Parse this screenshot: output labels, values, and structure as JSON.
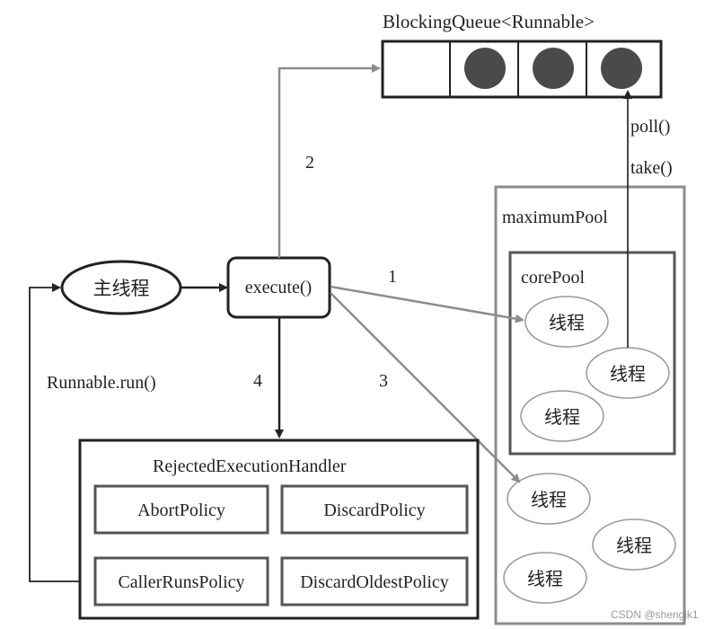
{
  "queue": {
    "title": "BlockingQueue<Runnable>",
    "cells": [
      false,
      true,
      true,
      true
    ]
  },
  "poll_label": "poll()",
  "take_label": "take()",
  "maximum_pool": {
    "label": "maximumPool"
  },
  "core_pool": {
    "label": "corePool"
  },
  "main_thread": "主线程",
  "execute": "execute()",
  "thread_label": "线程",
  "edge_labels": {
    "one": "1",
    "two": "2",
    "three": "3",
    "four": "4"
  },
  "runnable_run": "Runnable.run()",
  "handler": {
    "title": "RejectedExecutionHandler",
    "policies": [
      "AbortPolicy",
      "DiscardPolicy",
      "CallerRunsPolicy",
      "DiscardOldestPolicy"
    ]
  },
  "watermark": "CSDN @shengjk1",
  "colors": {
    "gray": "#8c8c8c",
    "dark": "#222222",
    "ball": "#4a4a4a"
  }
}
